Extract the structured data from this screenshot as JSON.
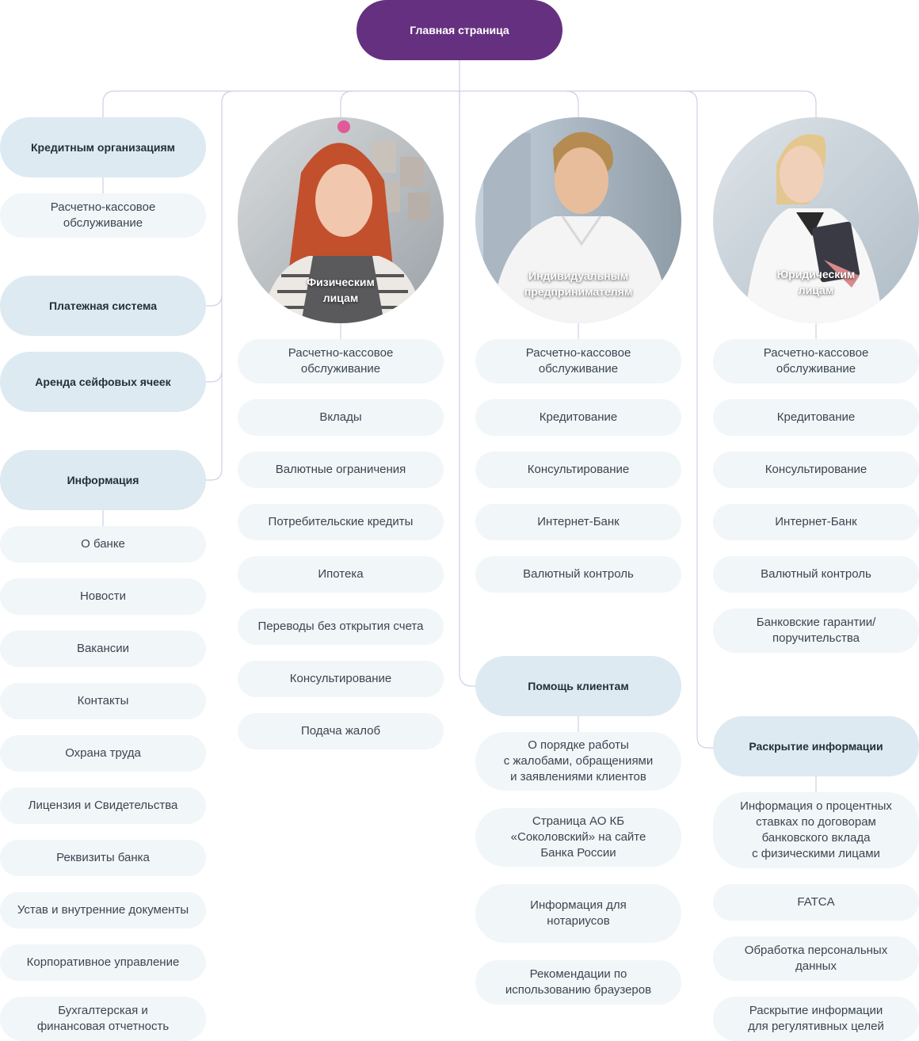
{
  "colors": {
    "accent": "#65307f",
    "category_bg": "#ddeaf2",
    "item_bg": "#f1f6f9",
    "line": "#cfcfe6"
  },
  "home": {
    "label": "Главная страница"
  },
  "left": {
    "credit_orgs": {
      "title": "Кредитным организациям",
      "items": [
        "Расчетно-кассовое\nобслуживание"
      ]
    },
    "payment_system": {
      "title": "Платежная система"
    },
    "safe_rental": {
      "title": "Аренда сейфовых ячеек"
    },
    "information": {
      "title": "Информация",
      "items": [
        "О банке",
        "Новости",
        "Вакансии",
        "Контакты",
        "Охрана труда",
        "Лицензия и Свидетельства",
        "Реквизиты банка",
        "Устав и внутренние документы",
        "Корпоративное управление",
        "Бухгалтерская и\nфинансовая отчетность"
      ]
    }
  },
  "individuals": {
    "title": "Физическим\nлицам",
    "photo_icon": "woman-red-hair-apron-photo",
    "items": [
      "Расчетно-кассовое\nобслуживание",
      "Вклады",
      "Валютные ограничения",
      "Потребительские кредиты",
      "Ипотека",
      "Переводы без открытия счета",
      "Консультирование",
      "Подача жалоб"
    ]
  },
  "entrepreneurs": {
    "title": "Индивидуальным\nпредпринимателям",
    "photo_icon": "man-white-shirt-photo",
    "items": [
      "Расчетно-кассовое\nобслуживание",
      "Кредитование",
      "Консультирование",
      "Интернет-Банк",
      "Валютный контроль"
    ]
  },
  "legal": {
    "title": "Юридическим\nлицам",
    "photo_icon": "woman-blouse-folder-photo",
    "items": [
      "Расчетно-кассовое\nобслуживание",
      "Кредитование",
      "Консультирование",
      "Интернет-Банк",
      "Валютный контроль",
      "Банковские гарантии/\nпоручительства"
    ]
  },
  "client_help": {
    "title": "Помощь клиентам",
    "items": [
      "О порядке работы\nс жалобами, обращениями\nи заявлениями клиентов",
      "Страница АО КБ\n«Соколовский» на сайте\nБанка России",
      "Информация для\nнотариусов",
      "Рекомендации по\nиспользованию браузеров"
    ]
  },
  "disclosure": {
    "title": "Раскрытие информации",
    "items": [
      "Информация о процентных\nставках по договорам\nбанковского вклада\nс физическими лицами",
      "FATCA",
      "Обработка персональных\nданных",
      "Раскрытие информации\nдля регулятивных целей"
    ]
  }
}
